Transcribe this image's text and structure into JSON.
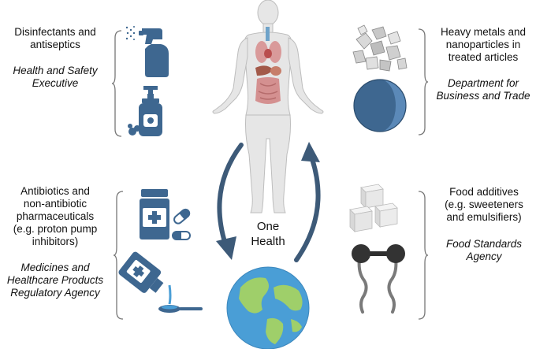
{
  "center": {
    "line1": "One",
    "line2": "Health"
  },
  "sections": {
    "disinfectants": {
      "title_lines": [
        "Disinfectants and",
        "antiseptics"
      ],
      "agency_lines": [
        "Health and Safety",
        "Executive"
      ]
    },
    "heavy_metals": {
      "title_lines": [
        "Heavy metals and",
        "nanoparticles in",
        "treated articles"
      ],
      "agency_lines": [
        "Department for",
        "Business and Trade"
      ]
    },
    "antibiotics": {
      "title_lines": [
        "Antibiotics and",
        "non-antibiotic",
        "pharmaceuticals",
        "(e.g. proton pump",
        "inhibitors)"
      ],
      "agency_lines": [
        "Medicines and",
        "Healthcare Products",
        "Regulatory Agency"
      ]
    },
    "food_additives": {
      "title_lines": [
        "Food additives",
        "(e.g. sweeteners",
        "and emulsifiers)"
      ],
      "agency_lines": [
        "Food Standards",
        "Agency"
      ]
    }
  },
  "colors": {
    "arrow": "#3d5a78",
    "icon_blue": "#3e6790",
    "body_gray": "#e6e6e6",
    "organ_red": "#c97f7f",
    "ocean": "#4a9ed6",
    "land": "#9fcf6a"
  }
}
